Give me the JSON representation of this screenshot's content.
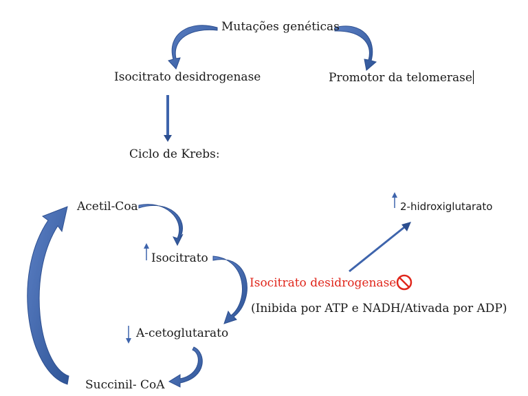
{
  "nodes": {
    "mutations": "Mutações genéticas",
    "idh_top": "Isocitrato desidrogenase",
    "tert_promoter": "Promotor da telomerase",
    "krebs": "Ciclo de Krebs:",
    "acetyl_coa": "Acetil-Coa",
    "isocitrate": "Isocitrato",
    "alpha_kg": "A-cetoglutarato",
    "succinyl_coa": "Succinil- CoA",
    "two_hg": "2-hidroxiglutarato",
    "idh_inhibited": "Isocitrato desidrogenase",
    "regulation_note": "(Inibida por ATP e NADH/Ativada por ADP)"
  },
  "colors": {
    "arrow": "#3e64ac",
    "arrow_dark": "#2c4e8f",
    "text": "#1a1a1a",
    "red": "#e0261b"
  },
  "icons": {
    "increase": "up-arrow-icon",
    "decrease": "down-arrow-icon",
    "inhibition": "prohibited-icon"
  }
}
